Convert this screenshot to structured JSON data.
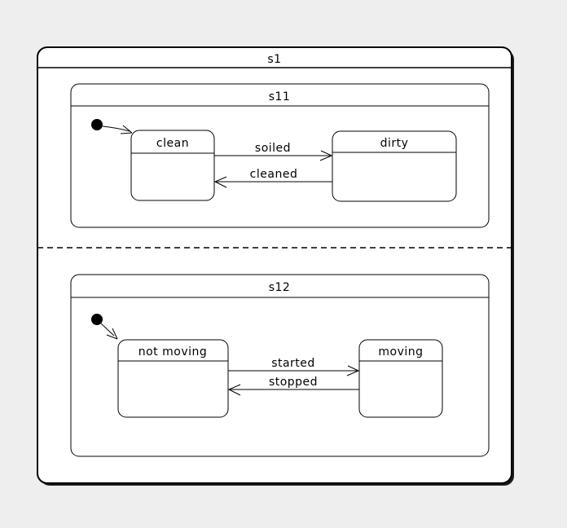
{
  "diagram": {
    "type": "uml-state-machine",
    "colors": {
      "page_background": "#eeeeee",
      "state_fill": "#ffffff",
      "stroke": "#000000",
      "text": "#000000"
    },
    "root": {
      "label": "s1"
    },
    "regions": [
      {
        "composite": {
          "label": "s11"
        },
        "initial": {
          "kind": "initial-pseudostate",
          "target": "clean"
        },
        "states": [
          {
            "label": "clean"
          },
          {
            "label": "dirty"
          }
        ],
        "transitions": [
          {
            "label": "soiled",
            "from": "clean",
            "to": "dirty"
          },
          {
            "label": "cleaned",
            "from": "dirty",
            "to": "clean"
          }
        ]
      },
      {
        "composite": {
          "label": "s12"
        },
        "initial": {
          "kind": "initial-pseudostate",
          "target": "not moving"
        },
        "states": [
          {
            "label": "not moving"
          },
          {
            "label": "moving"
          }
        ],
        "transitions": [
          {
            "label": "started",
            "from": "not moving",
            "to": "moving"
          },
          {
            "label": "stopped",
            "from": "moving",
            "to": "not moving"
          }
        ]
      }
    ]
  }
}
